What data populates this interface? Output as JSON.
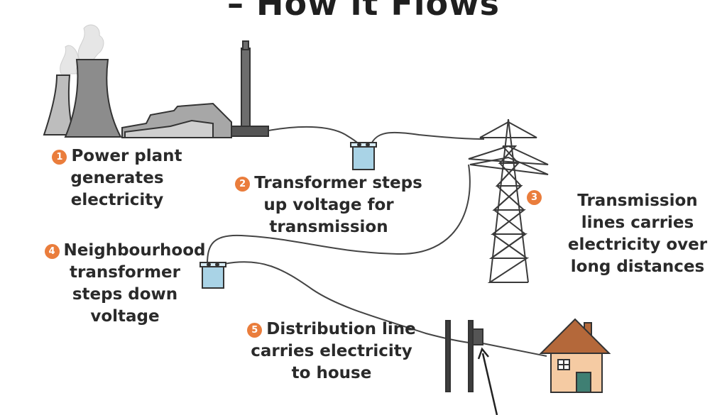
{
  "title": "– How it Flows",
  "steps": [
    {
      "number": "1",
      "lines": [
        "Power plant",
        "generates",
        "electricity"
      ]
    },
    {
      "number": "2",
      "lines": [
        "Transformer steps",
        "up voltage for",
        "transmission"
      ]
    },
    {
      "number": "3",
      "lines": [
        "Transmission",
        "lines carries",
        "electricity over",
        "long distances"
      ]
    },
    {
      "number": "4",
      "lines": [
        "Neighbourhood",
        "transformer",
        "steps down",
        "voltage"
      ]
    },
    {
      "number": "5",
      "lines": [
        "Distribution line",
        "carries electricity",
        "to house"
      ]
    }
  ],
  "colors": {
    "badge": "#ea7d3c",
    "building": "#8c8c8c",
    "transformer": "#a9d3e6",
    "roof": "#b4683a",
    "house_wall": "#f5cba3",
    "door": "#3f7f73"
  }
}
